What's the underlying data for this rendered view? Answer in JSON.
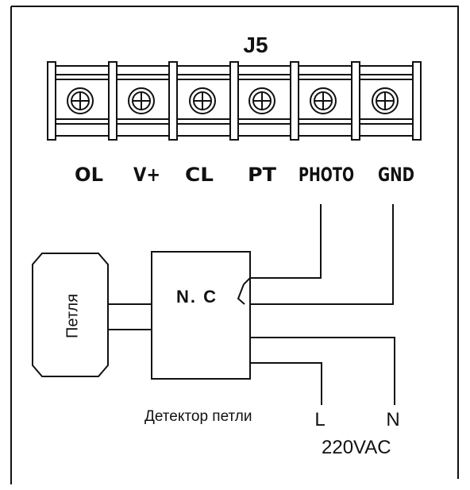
{
  "connector": {
    "title": "J5",
    "terminals": [
      "OL",
      "V+",
      "CL",
      "PT",
      "PHOTO",
      "GND"
    ]
  },
  "loop": {
    "label": "Петля"
  },
  "detector": {
    "contact_label": "N. C",
    "caption": "Детектор петли"
  },
  "power": {
    "l_label": "L",
    "n_label": "N",
    "voltage_label": "220VAC"
  }
}
